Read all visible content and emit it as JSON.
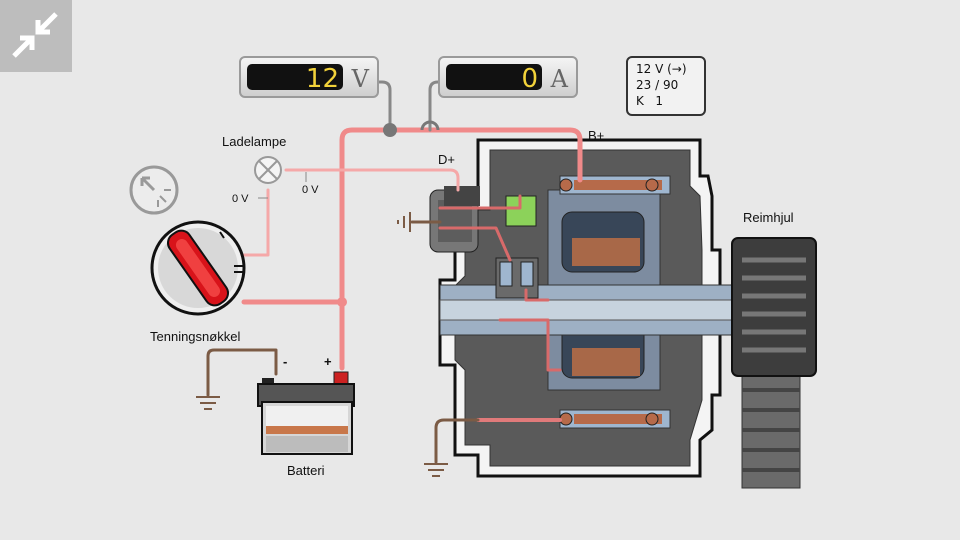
{
  "meters": {
    "voltage": {
      "value": "12",
      "unit": "V"
    },
    "current": {
      "value": "0",
      "unit": "A"
    }
  },
  "info": {
    "line1": "12 V (→)",
    "line2": "23 / 90",
    "line3": "K   1"
  },
  "labels": {
    "ladelampe": "Ladelampe",
    "tenningsnokkel": "Tenningsnøkkel",
    "batteri": "Batteri",
    "reimhjul": "Reimhjul",
    "b_plus": "B+",
    "d_plus": "D+",
    "lamp_left_v": "0 V",
    "lamp_right_v": "0 V",
    "battery_minus": "-",
    "battery_plus": "+"
  },
  "colors": {
    "wire": "#f08a8a",
    "ground": "#7b5b45",
    "lamp_wire": "#f5a8a8",
    "key": "#d8131a"
  },
  "icons": {
    "exit": "exit-fullscreen-icon",
    "animation": "click-animation-icon",
    "ground": "ground-icon",
    "lamp": "indicator-lamp-icon"
  }
}
